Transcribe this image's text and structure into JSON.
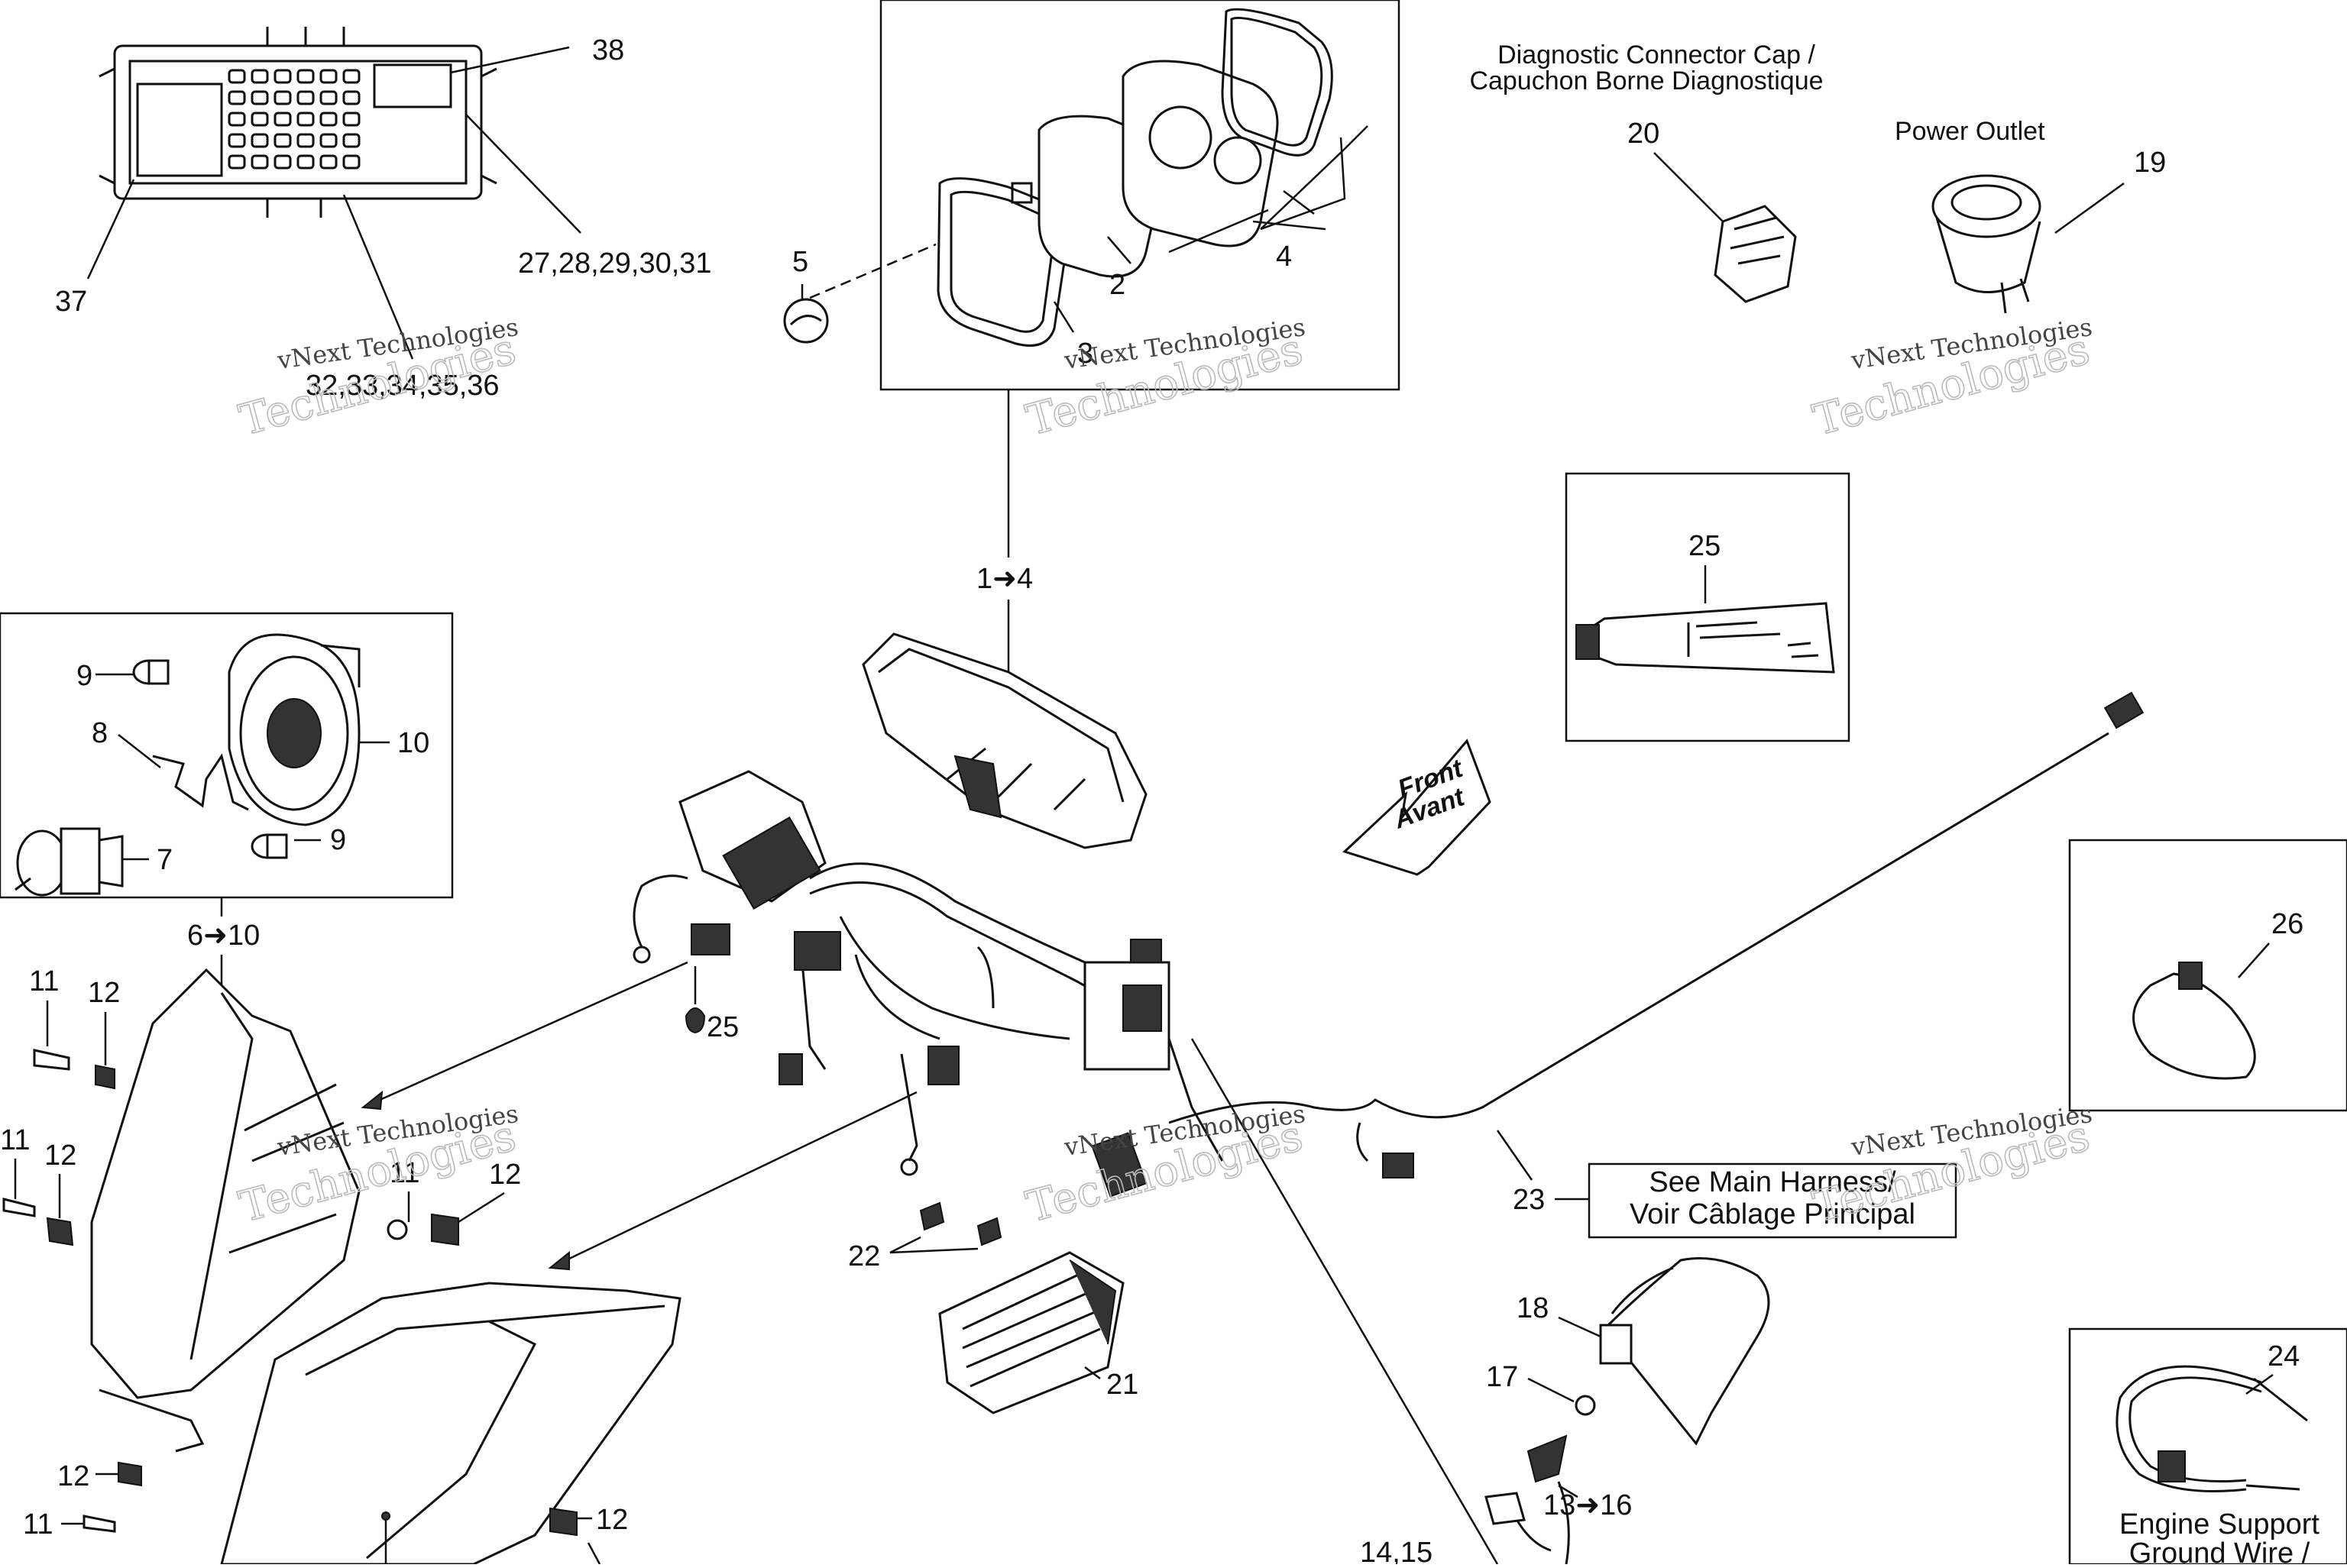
{
  "callouts": {
    "c38": "38",
    "c27_31": "27,28,29,30,31",
    "c37": "37",
    "c32_36": "32,33,34,35,36",
    "c5": "5",
    "c4": "4",
    "c2": "2",
    "c3": "3",
    "c1_4": "1➜4",
    "c20": "20",
    "c19": "19",
    "c25_box": "25",
    "c9a": "9",
    "c8": "8",
    "c10": "10",
    "c7": "7",
    "c9b": "9",
    "c6_10": "6➜10",
    "c11a": "11",
    "c12a": "12",
    "c11b": "11",
    "c12b": "12",
    "c11c": "11",
    "c12c": "12",
    "c25_drop": "25",
    "c26": "26",
    "c23": "23",
    "c22": "22",
    "c21": "21",
    "c18": "18",
    "c17": "17",
    "c13_16": "13➜16",
    "c14_15": "14,15",
    "c24": "24",
    "c12d": "12",
    "c11d": "11",
    "c12e": "12"
  },
  "labels": {
    "diag_cap_line1": "Diagnostic Connector Cap /",
    "diag_cap_line2": "Capuchon Borne Diagnostique",
    "power_outlet": "Power Outlet",
    "front_line1": "Front",
    "front_line2": "Avant",
    "see_main_line1": "See Main Harness/",
    "see_main_line2": "Voir Câblage Principal",
    "engine_line1": "Engine Support",
    "engine_line2": "Ground Wire /"
  },
  "watermark": {
    "line1": "vNext Technologies",
    "line2": "Technologies"
  }
}
